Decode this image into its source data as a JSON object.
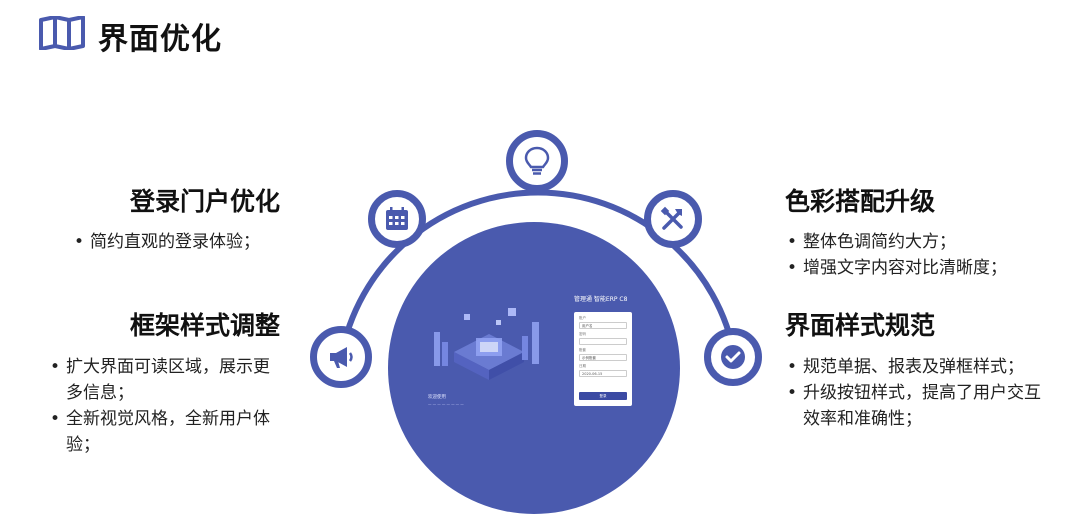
{
  "page": {
    "title": "界面优化",
    "header_icon": "book-map-icon"
  },
  "icons": {
    "top": "lightbulb-icon",
    "upper_left": "calendar-icon",
    "upper_right": "tools-icon",
    "lower_left": "megaphone-icon",
    "lower_right": "check-circle-icon"
  },
  "sections": {
    "login_portal": {
      "title": "登录门户优化",
      "bullets": [
        "简约直观的登录体验；"
      ]
    },
    "frame_style": {
      "title": "框架样式调整",
      "bullets": [
        "扩大界面可读区域，展示更多信息；",
        "全新视觉风格，全新用户体验；"
      ]
    },
    "color_scheme": {
      "title": "色彩搭配升级",
      "bullets": [
        "整体色调简约大方；",
        "增强文字内容对比清晰度；"
      ]
    },
    "ui_standard": {
      "title": "界面样式规范",
      "bullets": [
        "规范单据、报表及弹框样式；",
        "升级按钮样式，提高了用户交互效率和准确性；"
      ]
    }
  },
  "mockup": {
    "title": "管理通 智能ERP C8",
    "labels": [
      "账户",
      "密码",
      "账套",
      "日期"
    ],
    "values": [
      "用户名",
      "",
      "示例账套",
      "2020-06-15"
    ],
    "login_button": "登录",
    "welcome": "欢迎使用"
  },
  "colors": {
    "accent": "#4a5aae",
    "text": "#222222"
  }
}
